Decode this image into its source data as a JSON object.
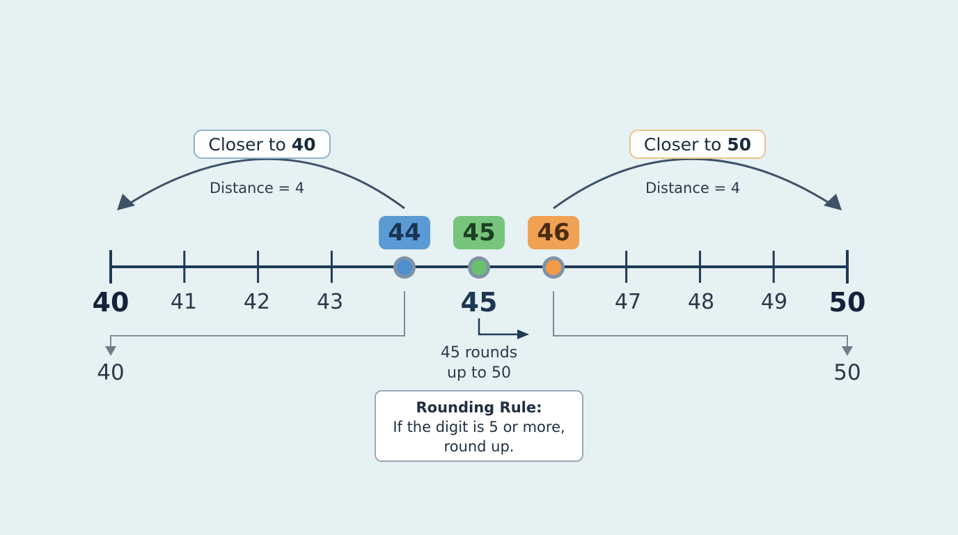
{
  "number_line": {
    "ticks": [
      40,
      41,
      42,
      43,
      44,
      45,
      46,
      47,
      48,
      49,
      50
    ],
    "labels": {
      "t40": "40",
      "t41": "41",
      "t42": "42",
      "t43": "43",
      "t45": "45",
      "t47": "47",
      "t48": "48",
      "t49": "49",
      "t50": "50"
    }
  },
  "markers": {
    "m44": {
      "label": "44",
      "value": 44,
      "color": "#5b9bd5"
    },
    "m45": {
      "label": "45",
      "value": 45,
      "color": "#77c47c"
    },
    "m46": {
      "label": "46",
      "value": 46,
      "color": "#f0a254"
    }
  },
  "callouts": {
    "left": {
      "prefix": "Closer to ",
      "target": "40",
      "distance": "Distance = 4"
    },
    "right": {
      "prefix": "Closer to ",
      "target": "50",
      "distance": "Distance = 4"
    }
  },
  "results": {
    "left": "40",
    "right": "50"
  },
  "note": {
    "line1": "45 rounds",
    "line2": "up to 50"
  },
  "rule": {
    "title": "Rounding Rule:",
    "line1": "If the digit is 5 or more,",
    "line2": "round up."
  },
  "colors": {
    "line": "#1f3a55",
    "connector": "#7d8a97"
  }
}
